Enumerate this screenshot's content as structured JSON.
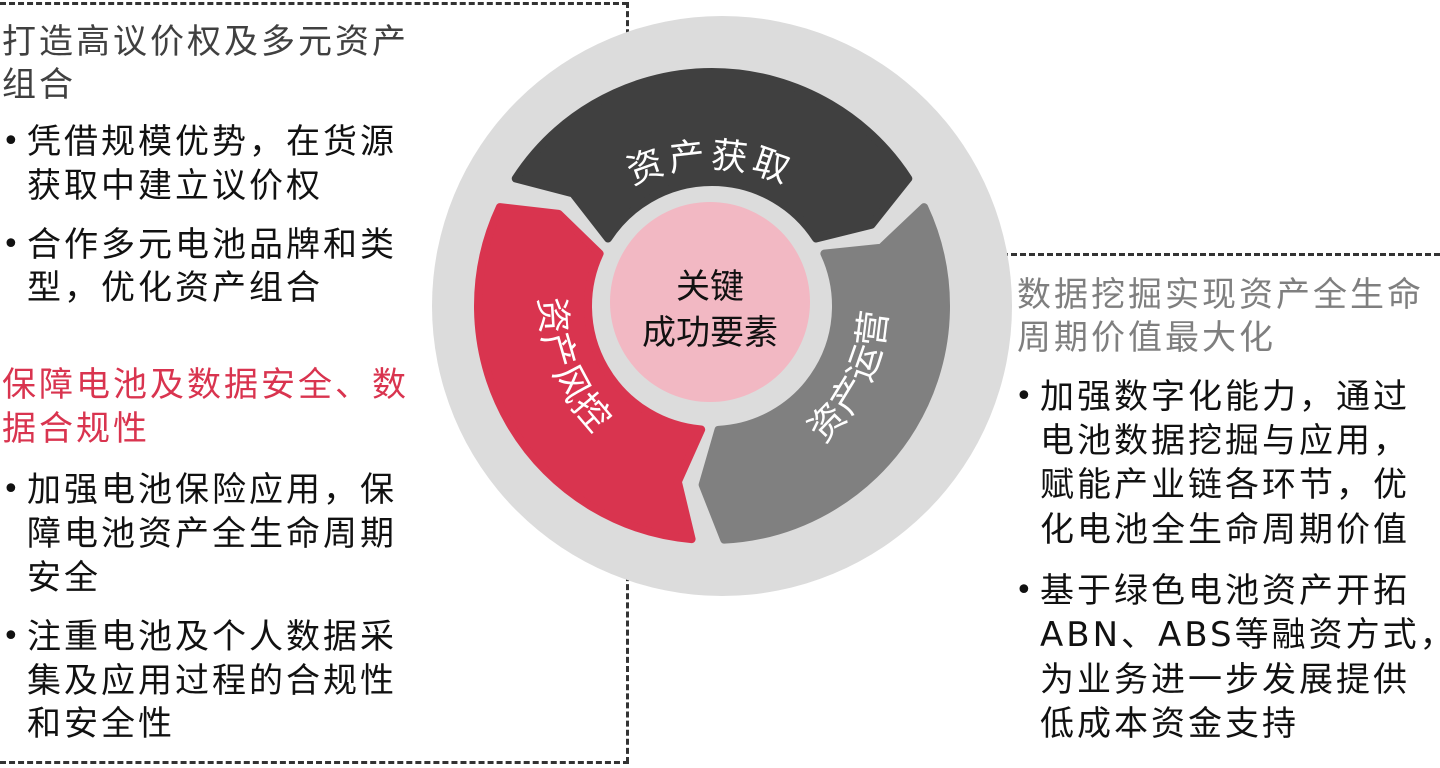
{
  "center": {
    "lines": [
      "关键",
      "成功要素"
    ]
  },
  "segments": {
    "top": "资产获取",
    "left": "资产风控",
    "right": "资产运营"
  },
  "left_top": {
    "heading": [
      "打造高议价权及多元资产",
      "组合"
    ],
    "bullets": [
      [
        "凭借规模优势，在货源",
        "获取中建立议价权"
      ],
      [
        "合作多元电池品牌和类",
        "型，优化资产组合"
      ]
    ]
  },
  "left_bottom": {
    "heading": [
      "保障电池及数据安全、数",
      "据合规性"
    ],
    "bullets": [
      [
        "加强电池保险应用，保",
        "障电池资产全生命周期",
        "安全"
      ],
      [
        "注重电池及个人数据采",
        "集及应用过程的合规性",
        "和安全性"
      ]
    ]
  },
  "right": {
    "heading": [
      "数据挖掘实现资产全生命",
      "周期价值最大化"
    ],
    "bullets": [
      [
        "加强数字化能力，通过",
        "电池数据挖掘与应用，",
        "赋能产业链各环节，优",
        "化电池全生命周期价值"
      ],
      [
        "基于绿色电池资产开拓",
        "ABN、ABS等融资方式，",
        "为业务进一步发展提供",
        "低成本资金支持"
      ]
    ]
  },
  "bullet_char": "•",
  "colors": {
    "outer": "#dcdcdc",
    "top": "#404040",
    "left": "#d9344f",
    "right": "#808080",
    "center": "#f2b8c3",
    "accent_text": "#d9344f"
  }
}
